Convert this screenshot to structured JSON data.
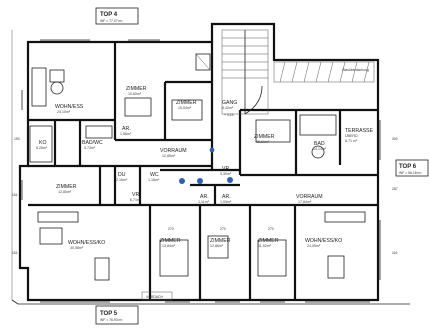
{
  "plan": {
    "units": [
      {
        "id": "top4",
        "label": "TOP 4",
        "area": "WF = 77,07 m²"
      },
      {
        "id": "top5",
        "label": "TOP 5",
        "area": "WF = 76,93 m²"
      },
      {
        "id": "top6",
        "label": "TOP 6",
        "area": "WF = 56,18 m²"
      }
    ],
    "rooms": [
      {
        "name": "WOHN/ESS",
        "area": "24,10m²"
      },
      {
        "name": "ZIMMER",
        "area": "10,60m²"
      },
      {
        "name": "ZIMMER",
        "area": "15,04m²"
      },
      {
        "name": "KO",
        "area": "6,26m²"
      },
      {
        "name": "BAD/WC",
        "area": "5,73m²"
      },
      {
        "name": "AR.",
        "area": "1,56m²"
      },
      {
        "name": "VORRAUM",
        "area": "12,85m²"
      },
      {
        "name": "GANG",
        "area": "8,42m²"
      },
      {
        "name": "ZIMMER",
        "area": "15,61m²"
      },
      {
        "name": "BAD",
        "area": "14,14m²"
      },
      {
        "name": "TERRASSE",
        "area": "8,71 m²"
      },
      {
        "name": "ZIMMER",
        "area": "12,85m²"
      },
      {
        "name": "VORRAUM",
        "area": "17,84m²"
      },
      {
        "name": "WOHN/ESS/KO",
        "area": "30,58m²"
      },
      {
        "name": "ZIMMER",
        "area": "13,84m²"
      },
      {
        "name": "ZIMMER",
        "area": "12,86m²"
      },
      {
        "name": "ZIMMER",
        "area": "11,52m²"
      },
      {
        "name": "WOHN/ESS/KO",
        "area": "24,05m²"
      },
      {
        "name": "VR.",
        "area": "6,71m²"
      },
      {
        "name": "AR.",
        "area": "1,11m²"
      },
      {
        "name": "AR.",
        "area": "1,05m²"
      },
      {
        "name": "DU",
        "area": "2,16m²"
      },
      {
        "name": "WC",
        "area": "1,18m²"
      },
      {
        "name": "VR.",
        "area": "3,30m²"
      }
    ],
    "misc": {
      "terrace_note": "ÜBERD.",
      "roof_note": "Glasüberdachung",
      "forecourt": "VORDACH",
      "level": "+ 3,15",
      "dims": [
        "270",
        "270",
        "270",
        "190",
        "116",
        "116",
        "116",
        "287",
        "300"
      ]
    }
  }
}
